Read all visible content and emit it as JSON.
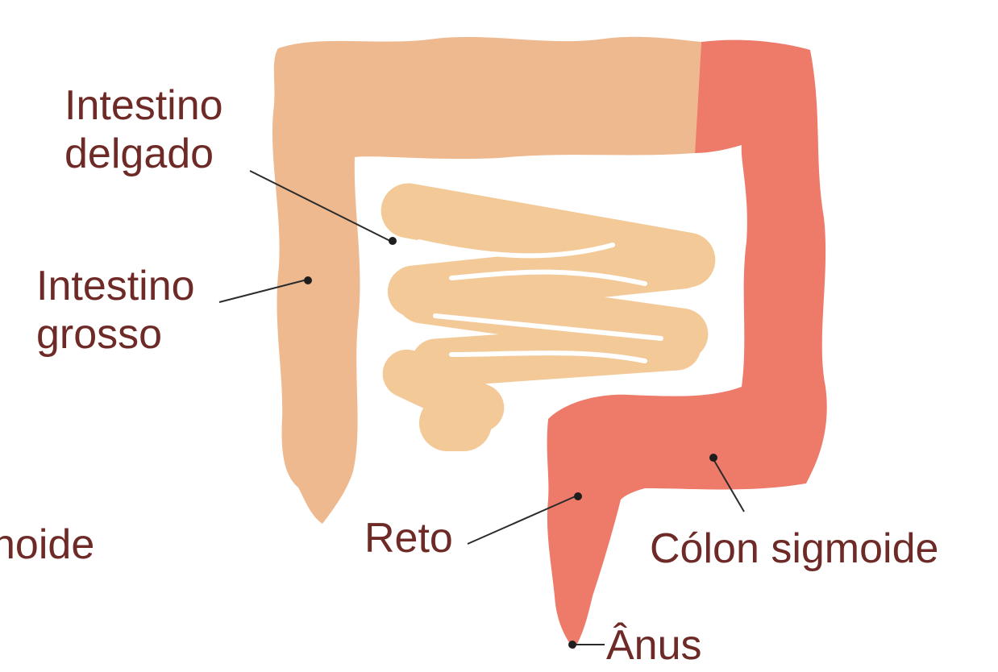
{
  "labels": {
    "small_intestine": [
      "Intestino",
      "delgado"
    ],
    "large_intestine": [
      "Intestino",
      "grosso"
    ],
    "cut_off_left": "noide",
    "rectum": "Reto",
    "sigmoid_colon": "Cólon sigmoide",
    "anus": "Ânus"
  },
  "colors": {
    "large_intestine": "#efb990",
    "sigmoid_rectum": "#ee7a6a",
    "small_intestine": "#f3c998",
    "label_text": "#6e2a26",
    "leader_line": "#2b2b2b"
  }
}
